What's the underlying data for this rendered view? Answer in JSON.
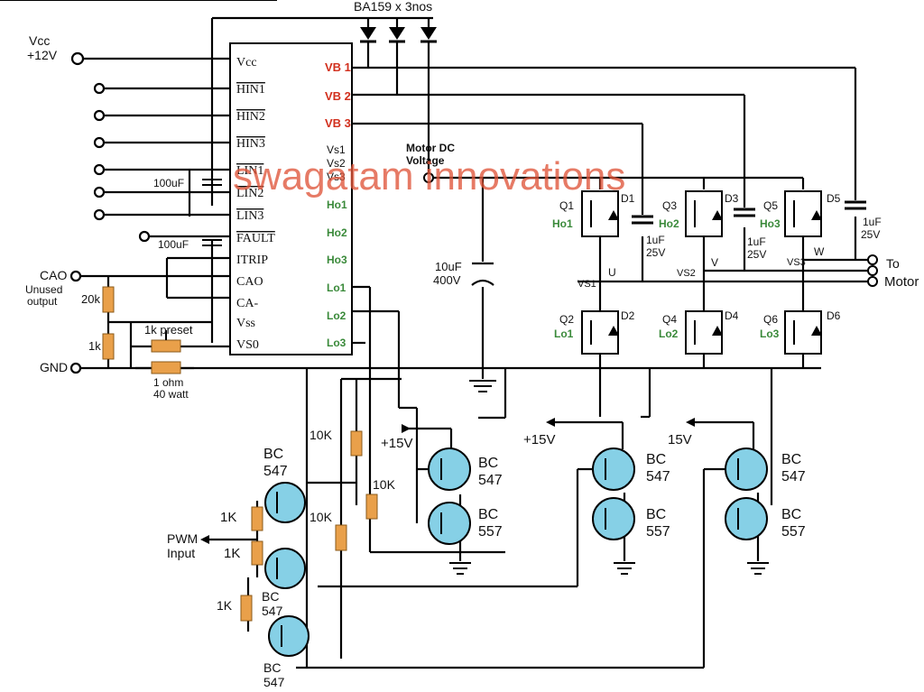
{
  "ic": {
    "left_pins": [
      "Vcc",
      "HIN1",
      "HIN2",
      "HIN3",
      "LIN1",
      "LIN2",
      "LIN3",
      "FAULT",
      "ITRIP",
      "CAO",
      "CA-",
      "Vss",
      "VS0"
    ],
    "right_pins_red": [
      "VB 1",
      "VB 2",
      "VB 3"
    ],
    "right_pins_black": [
      "Vs1",
      "Vs2",
      "Vs3"
    ],
    "right_pins_green": [
      "Ho1",
      "Ho2",
      "Ho3",
      "Lo1",
      "Lo2",
      "Lo3"
    ]
  },
  "labels": {
    "diodes": "BA159 x 3nos",
    "vcc": "Vcc",
    "vcc_value": "+12V",
    "cao": "CAO",
    "unused": "Unused",
    "output": "output",
    "gnd": "GND",
    "cap_100uf_a": "100uF",
    "cap_100uf_b": "100uF",
    "r20k": "20k",
    "r1k": "1k",
    "preset": "1k  preset",
    "shunt_1": "1 ohm",
    "shunt_2": "40 watt",
    "motor_dc_1": "Motor DC",
    "motor_dc_2": "Voltage",
    "cap_10uf": "10uF",
    "cap_400v": "400V",
    "watermark": "swagatam innovations",
    "to": "To",
    "motor": "Motor",
    "node_u": "U",
    "node_v": "V",
    "node_w": "W",
    "vs1": "VS1",
    "vs2": "VS2",
    "vs3": "VS3",
    "q_high": [
      "Q1",
      "Q3",
      "Q5"
    ],
    "q_low": [
      "Q2",
      "Q4",
      "Q6"
    ],
    "d_high": [
      "D1",
      "D3",
      "D5"
    ],
    "d_low": [
      "D2",
      "D4",
      "D6"
    ],
    "cap_1uf": "1uF",
    "cap_25v": "25V",
    "ho": [
      "Ho1",
      "Ho2",
      "Ho3"
    ],
    "lo": [
      "Lo1",
      "Lo2",
      "Lo3"
    ],
    "r10k": "10K",
    "plus15_a": "+15V",
    "plus15_b": "+15V",
    "plus15_c": "15V",
    "bc547": "BC",
    "bc547_num": "547",
    "bc557_num": "557",
    "r1k_cap": "1K",
    "pwm_1": "PWM",
    "pwm_2": "Input"
  }
}
